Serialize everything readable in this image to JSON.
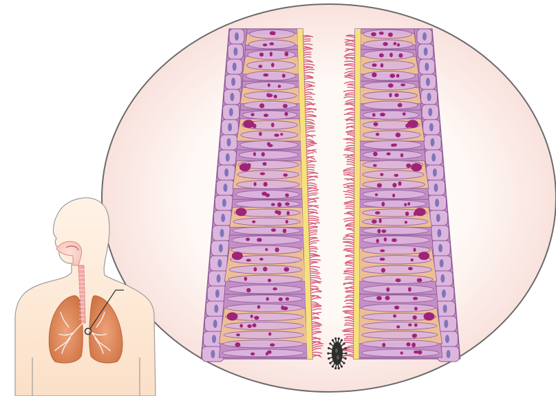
{
  "figure": {
    "subject": "respiratory-epithelium-airway",
    "parts": [
      "torso",
      "airway",
      "lungs",
      "bronchial-tree",
      "magnification-callout",
      "airway-wall-left",
      "airway-wall-right",
      "cilia",
      "mucus-layer",
      "pathogen-particle"
    ]
  },
  "colors": {
    "background": "#ffffff",
    "lens_fill_center": "#fff9f6",
    "lens_fill_edge": "#f7dcd7",
    "lens_stroke": "#6a6a6a",
    "cell_fill": "#c48fc7",
    "cell_fill_light": "#ddb6de",
    "cell_stroke": "#8c5a96",
    "nucleus": "#a0237a",
    "nucleus_basal": "#7f76b8",
    "submucosa": "#edbf94",
    "mucus": "#f6e27c",
    "cilia": "#d65a78",
    "skin": "#fbe4cf",
    "skin_stroke": "#9b9b9b",
    "lung": "#e29264",
    "lung_dark": "#c96b3f",
    "airway": "#f3a8a4",
    "pathogen": "#2e2e2e"
  }
}
